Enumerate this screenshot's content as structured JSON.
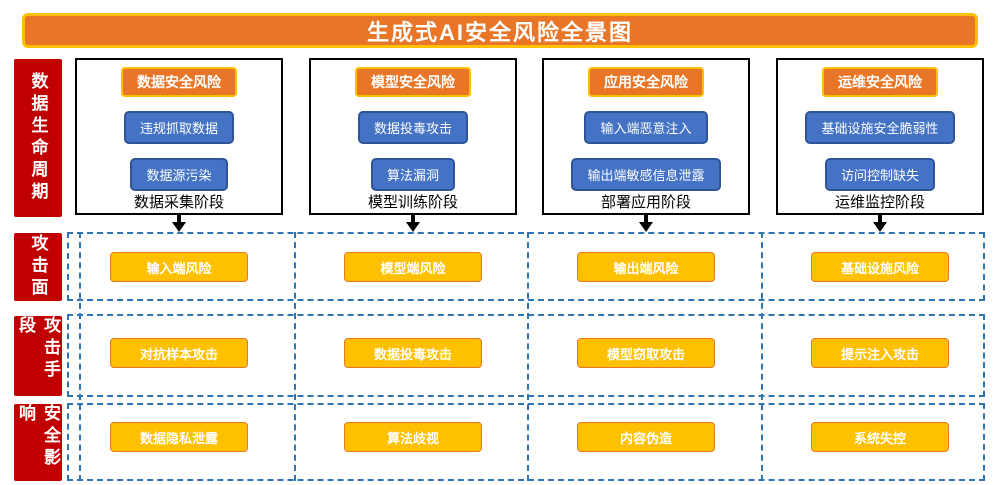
{
  "title": "生成式AI安全风险全景图",
  "colors": {
    "orange": "#E97627",
    "gold": "#FFC000",
    "blue": "#4472C4",
    "blue_dark": "#2E5597",
    "red": "#C00000",
    "dash_blue": "#2E75B6",
    "black": "#000000"
  },
  "row_labels": [
    {
      "label": "数据生命周期"
    },
    {
      "label": "攻击面"
    },
    {
      "label": "攻击手段"
    },
    {
      "label": "安全影响"
    }
  ],
  "lifecycle_columns": [
    {
      "header": "数据安全风险",
      "items": [
        "违规抓取数据",
        "数据源污染"
      ],
      "stage": "数据采集阶段"
    },
    {
      "header": "模型安全风险",
      "items": [
        "数据投毒攻击",
        "算法漏洞"
      ],
      "stage": "模型训练阶段"
    },
    {
      "header": "应用安全风险",
      "items": [
        "输入端恶意注入",
        "输出端敏感信息泄露"
      ],
      "stage": "部署应用阶段"
    },
    {
      "header": "运维安全风险",
      "items": [
        "基础设施安全脆弱性",
        "访问控制缺失"
      ],
      "stage": "运维监控阶段"
    }
  ],
  "attack_surface": [
    "输入端风险",
    "模型端风险",
    "输出端风险",
    "基础设施风险"
  ],
  "attack_methods": [
    "对抗样本攻击",
    "数据投毒攻击",
    "模型窃取攻击",
    "提示注入攻击"
  ],
  "impact": [
    "数据隐私泄露",
    "算法歧视",
    "内容伪造",
    "系统失控"
  ]
}
